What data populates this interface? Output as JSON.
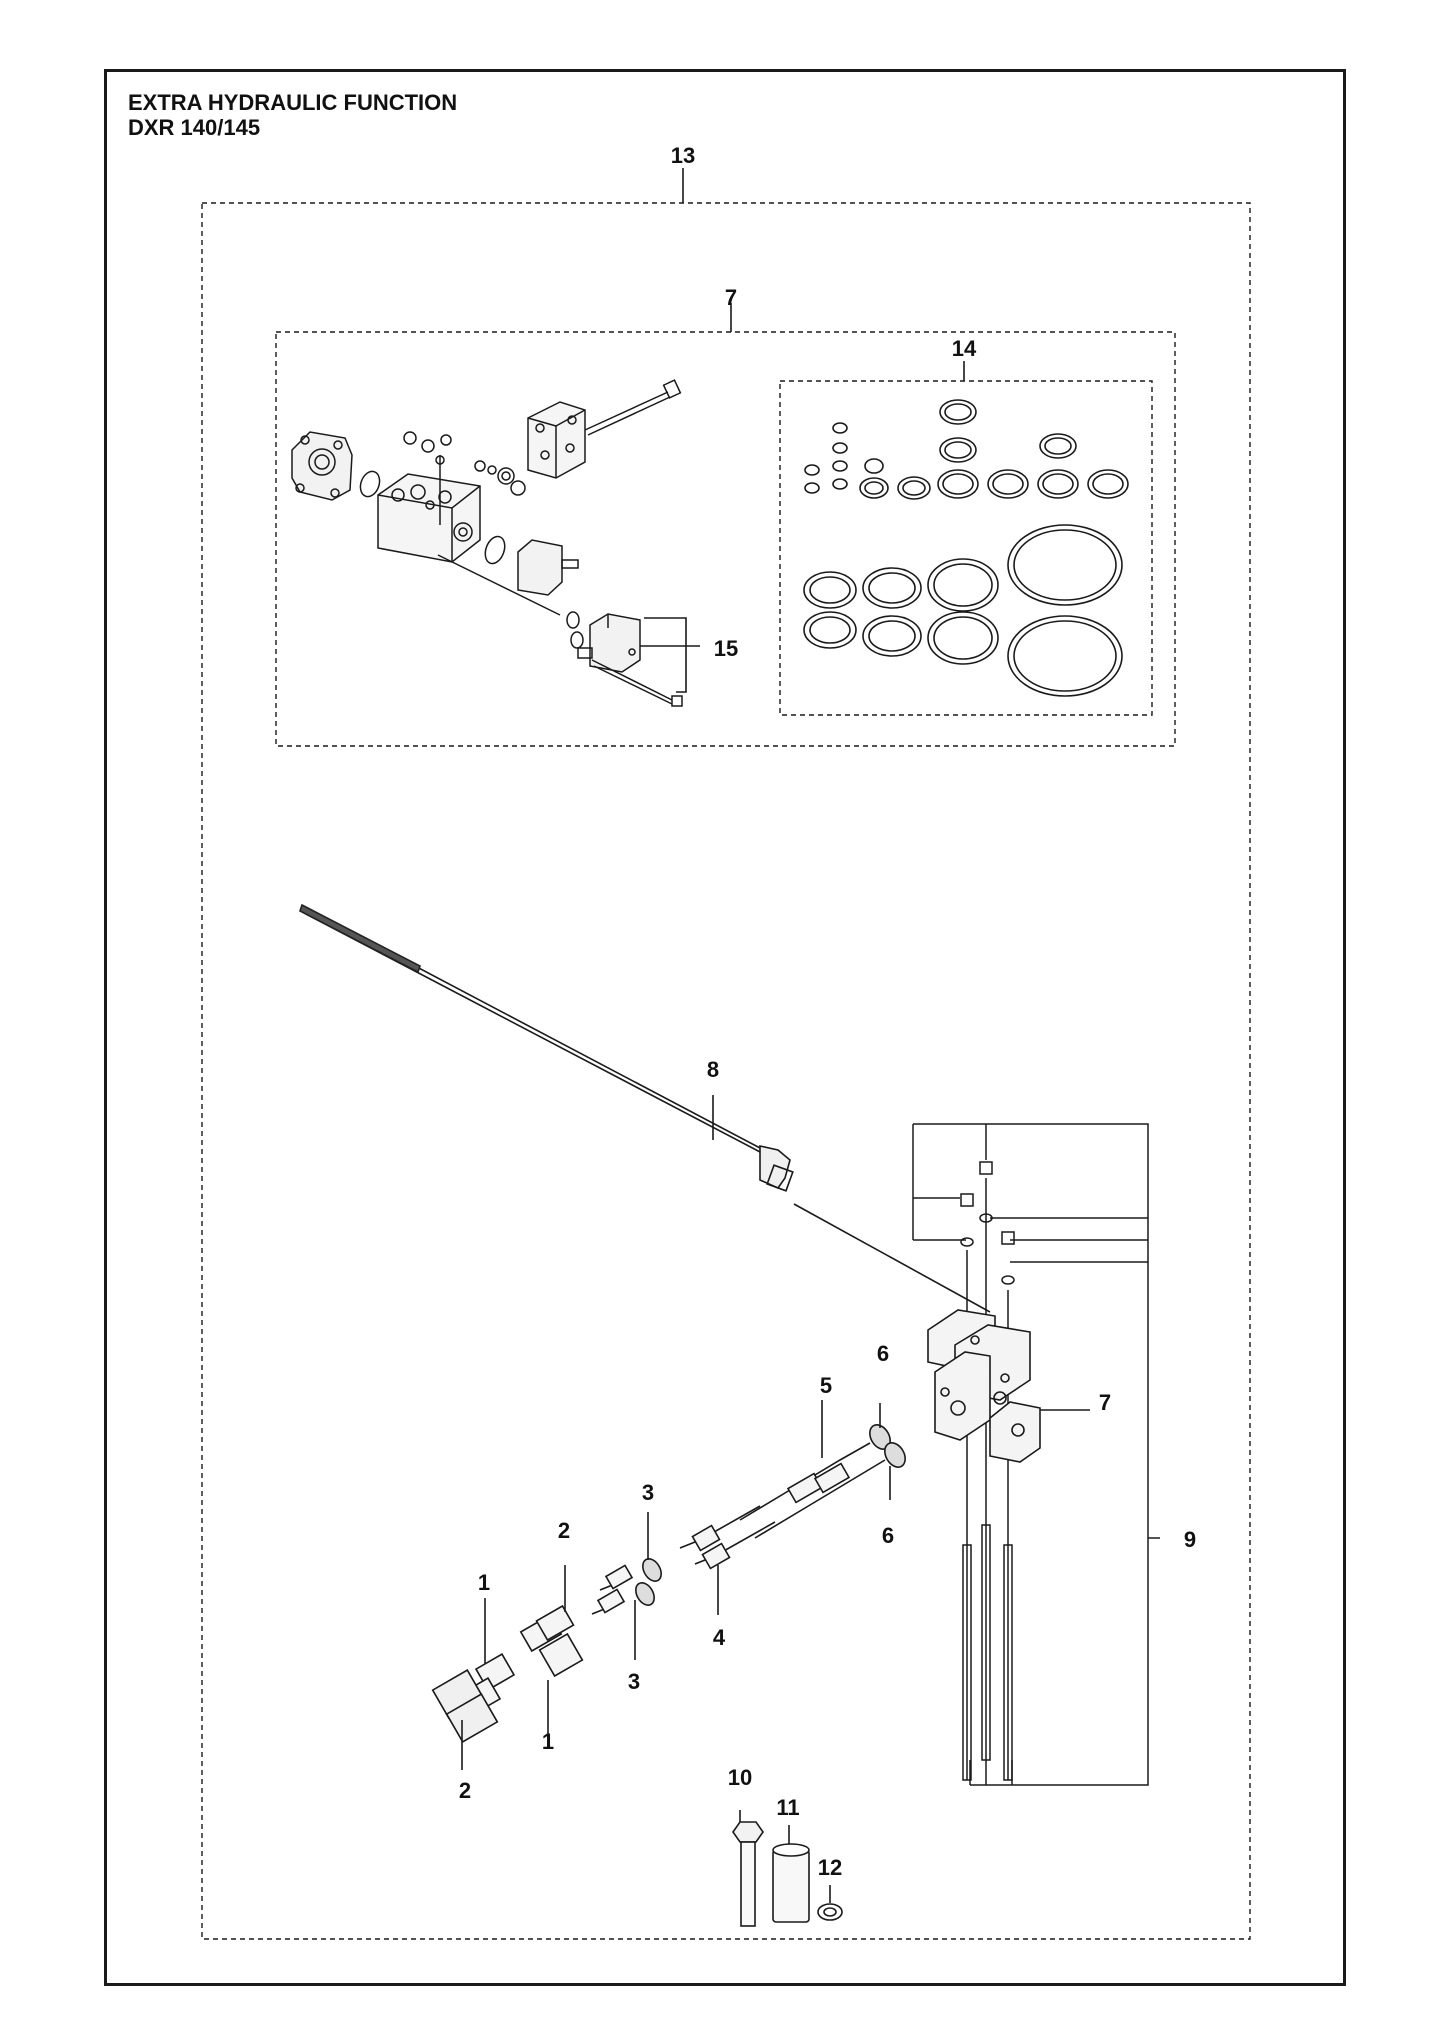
{
  "title": {
    "line1": "EXTRA HYDRAULIC FUNCTION",
    "line2": "DXR 140/145"
  },
  "callouts": [
    {
      "id": "c13",
      "label": "13"
    },
    {
      "id": "c7a",
      "label": "7"
    },
    {
      "id": "c14",
      "label": "14"
    },
    {
      "id": "c15",
      "label": "15"
    },
    {
      "id": "c8",
      "label": "8"
    },
    {
      "id": "c6a",
      "label": "6"
    },
    {
      "id": "c6b",
      "label": "6"
    },
    {
      "id": "c5",
      "label": "5"
    },
    {
      "id": "c7b",
      "label": "7"
    },
    {
      "id": "c3a",
      "label": "3"
    },
    {
      "id": "c3b",
      "label": "3"
    },
    {
      "id": "c2a",
      "label": "2"
    },
    {
      "id": "c2b",
      "label": "2"
    },
    {
      "id": "c1a",
      "label": "1"
    },
    {
      "id": "c1b",
      "label": "1"
    },
    {
      "id": "c4",
      "label": "4"
    },
    {
      "id": "c9",
      "label": "9"
    },
    {
      "id": "c10",
      "label": "10"
    },
    {
      "id": "c11",
      "label": "11"
    },
    {
      "id": "c12",
      "label": "12"
    }
  ]
}
